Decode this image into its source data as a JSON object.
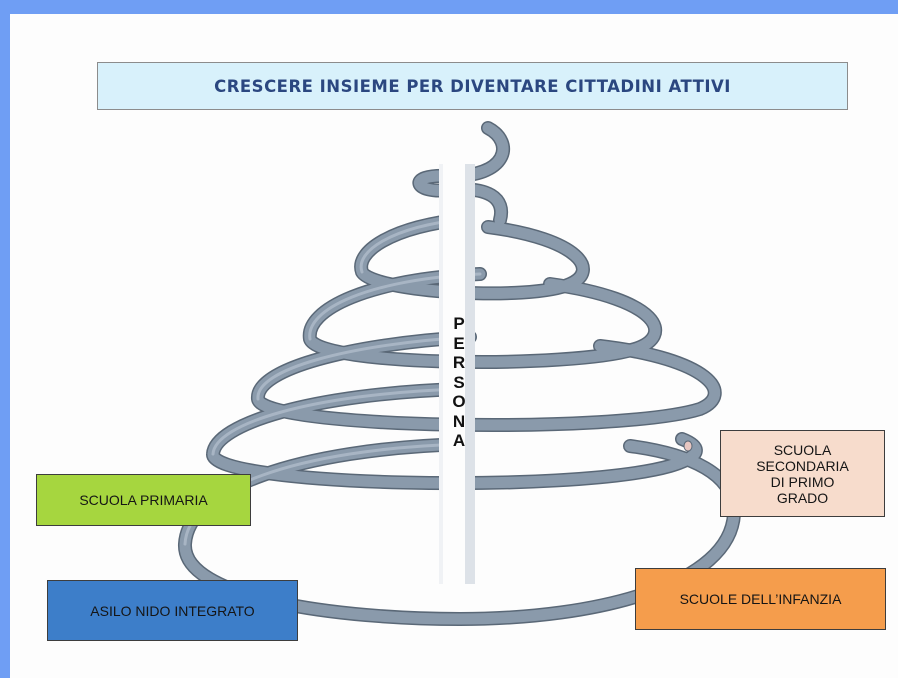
{
  "title": "CRESCERE INSIEME PER DIVENTARE CITTADINI ATTIVI",
  "center_word": [
    "P",
    "E",
    "R",
    "S",
    "O",
    "N",
    "A"
  ],
  "stages": {
    "primaria": "SCUOLA PRIMARIA",
    "asilo": "ASILO NIDO INTEGRATO",
    "secondaria": [
      "SCUOLA",
      "SECONDARIA",
      "DI PRIMO",
      "GRADO"
    ],
    "infanzia": "SCUOLE DELL’INFANZIA"
  },
  "colors": {
    "frame": "#6f9ef4",
    "title_bg": "#d8f1fb",
    "title_text": "#2b4780",
    "primaria": "#a6d63f",
    "asilo": "#3d7ec9",
    "secondaria": "#f7dccc",
    "infanzia": "#f59d4c",
    "spiral": "#8a9aab"
  }
}
